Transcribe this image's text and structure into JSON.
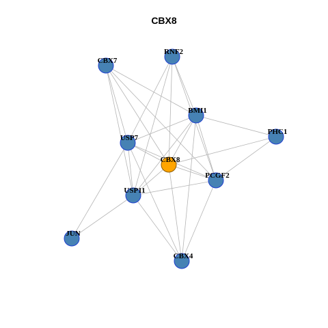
{
  "title": "CBX8",
  "colors": {
    "edge": "#b4b4b4",
    "node_fill": "#4682b4",
    "node_stroke": "#1f3fcf",
    "center_fill": "#ffa500",
    "center_stroke": "#8b5a00",
    "label": "#000000"
  },
  "network": {
    "center": "CBX8",
    "nodes": [
      {
        "id": "CBX8",
        "label": "CBX8"
      },
      {
        "id": "RNF2",
        "label": "RNF2"
      },
      {
        "id": "CBX7",
        "label": "CBX7"
      },
      {
        "id": "BMI1",
        "label": "BMI1"
      },
      {
        "id": "PHC1",
        "label": "PHC1"
      },
      {
        "id": "USP7",
        "label": "USP7"
      },
      {
        "id": "PCGF2",
        "label": "PCGF2"
      },
      {
        "id": "USP11",
        "label": "USP11"
      },
      {
        "id": "JUN",
        "label": "JUN"
      },
      {
        "id": "CBX4",
        "label": "CBX4"
      }
    ],
    "edges": [
      [
        "CBX7",
        "BMI1"
      ],
      [
        "CBX7",
        "USP7"
      ],
      [
        "CBX7",
        "CBX8"
      ],
      [
        "CBX7",
        "PCGF2"
      ],
      [
        "CBX7",
        "USP11"
      ],
      [
        "RNF2",
        "BMI1"
      ],
      [
        "RNF2",
        "USP7"
      ],
      [
        "RNF2",
        "CBX8"
      ],
      [
        "RNF2",
        "USP11"
      ],
      [
        "RNF2",
        "PCGF2"
      ],
      [
        "BMI1",
        "USP7"
      ],
      [
        "BMI1",
        "CBX8"
      ],
      [
        "BMI1",
        "USP11"
      ],
      [
        "BMI1",
        "PCGF2"
      ],
      [
        "BMI1",
        "CBX4"
      ],
      [
        "BMI1",
        "PHC1"
      ],
      [
        "PHC1",
        "CBX8"
      ],
      [
        "PHC1",
        "PCGF2"
      ],
      [
        "USP7",
        "CBX8"
      ],
      [
        "USP7",
        "USP11"
      ],
      [
        "USP7",
        "PCGF2"
      ],
      [
        "USP7",
        "JUN"
      ],
      [
        "USP7",
        "CBX4"
      ],
      [
        "CBX8",
        "USP11"
      ],
      [
        "CBX8",
        "PCGF2"
      ],
      [
        "CBX8",
        "CBX4"
      ],
      [
        "USP11",
        "PCGF2"
      ],
      [
        "USP11",
        "JUN"
      ],
      [
        "USP11",
        "CBX4"
      ],
      [
        "PCGF2",
        "CBX4"
      ]
    ]
  }
}
